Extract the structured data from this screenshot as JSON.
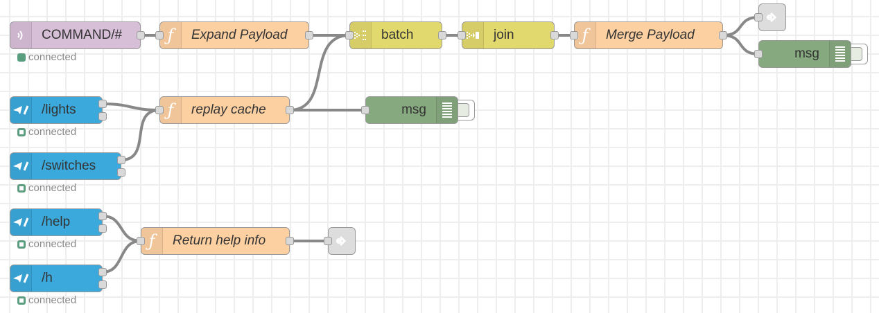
{
  "canvas": {
    "grid_color": "#eeeeee",
    "wire_color": "#888888"
  },
  "colors": {
    "mqtt": "#d8bfd8",
    "function": "#fdd0a2",
    "batch": "#e2d96e",
    "join": "#e2d96e",
    "telegram": "#3ba9dc",
    "debug": "#87a980",
    "link_out": "#dddddd",
    "status_connected": "#5a9e7f"
  },
  "nodes": {
    "command": {
      "type": "mqtt-in",
      "icon": "mqtt-icon",
      "label": "COMMAND/#",
      "status": "connected",
      "status_shape": "dot"
    },
    "expand_payload": {
      "type": "function",
      "icon": "function-icon",
      "label": "Expand Payload"
    },
    "batch": {
      "type": "batch",
      "icon": "batch-icon",
      "label": "batch"
    },
    "join": {
      "type": "join",
      "icon": "join-icon",
      "label": "join"
    },
    "merge_payload": {
      "type": "function",
      "icon": "function-icon",
      "label": "Merge Payload"
    },
    "link_out_top": {
      "type": "link-out",
      "icon": "link-out-icon"
    },
    "debug_top": {
      "type": "debug",
      "icon": "debug-icon",
      "label": "msg"
    },
    "lights": {
      "type": "telegram-command",
      "icon": "telegram-icon",
      "label": "/lights",
      "status": "connected",
      "status_shape": "ring"
    },
    "replay_cache": {
      "type": "function",
      "icon": "function-icon",
      "label": "replay cache"
    },
    "debug_middle": {
      "type": "debug",
      "icon": "debug-icon",
      "label": "msg"
    },
    "switches": {
      "type": "telegram-command",
      "icon": "telegram-icon",
      "label": "/switches",
      "status": "connected",
      "status_shape": "ring"
    },
    "help": {
      "type": "telegram-command",
      "icon": "telegram-icon",
      "label": "/help",
      "status": "connected",
      "status_shape": "ring"
    },
    "return_help": {
      "type": "function",
      "icon": "function-icon",
      "label": "Return help info"
    },
    "link_out_bottom": {
      "type": "link-out",
      "icon": "link-out-icon"
    },
    "h": {
      "type": "telegram-command",
      "icon": "telegram-icon",
      "label": "/h",
      "status": "connected",
      "status_shape": "ring"
    }
  },
  "wires": [
    {
      "from": "command",
      "to": "expand_payload"
    },
    {
      "from": "expand_payload",
      "to": "batch"
    },
    {
      "from": "batch",
      "to": "join"
    },
    {
      "from": "join",
      "to": "merge_payload"
    },
    {
      "from": "merge_payload",
      "to": "link_out_top"
    },
    {
      "from": "merge_payload",
      "to": "debug_top"
    },
    {
      "from": "lights",
      "to": "replay_cache"
    },
    {
      "from": "switches",
      "to": "replay_cache"
    },
    {
      "from": "replay_cache",
      "to": "batch"
    },
    {
      "from": "replay_cache",
      "to": "debug_middle"
    },
    {
      "from": "help",
      "to": "return_help"
    },
    {
      "from": "h",
      "to": "return_help"
    },
    {
      "from": "return_help",
      "to": "link_out_bottom"
    }
  ]
}
